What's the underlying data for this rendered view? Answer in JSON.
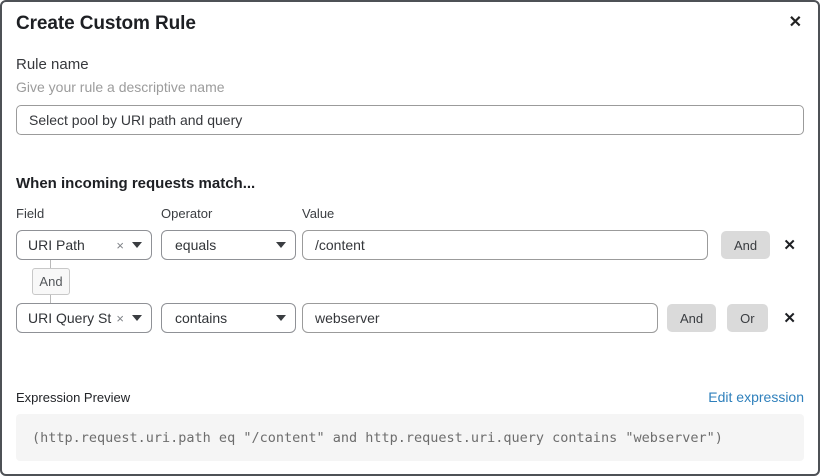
{
  "dialog": {
    "title": "Create Custom Rule"
  },
  "icons": {
    "close": "✕",
    "remove_row": "✕",
    "clear_field": "×"
  },
  "rule_name": {
    "label": "Rule name",
    "hint": "Give your rule a descriptive name",
    "value": "Select pool by URI path and query"
  },
  "matcher": {
    "heading": "When incoming requests match...",
    "columns": {
      "field": "Field",
      "operator": "Operator",
      "value": "Value"
    },
    "connector_label": "And",
    "rows": [
      {
        "field": "URI Path",
        "operator": "equals",
        "value": "/content",
        "and_label": "And"
      },
      {
        "field": "URI Query St...",
        "operator": "contains",
        "value": "webserver",
        "and_label": "And",
        "or_label": "Or"
      }
    ]
  },
  "expression_preview": {
    "label": "Expression Preview",
    "edit_link": "Edit expression",
    "expression": "(http.request.uri.path eq \"/content\" and http.request.uri.query contains \"webserver\")"
  },
  "colors": {
    "link_blue": "#2f80bc",
    "button_gray": "#dadada",
    "code_background": "#f5f5f5",
    "dialog_border": "#4e5156"
  }
}
